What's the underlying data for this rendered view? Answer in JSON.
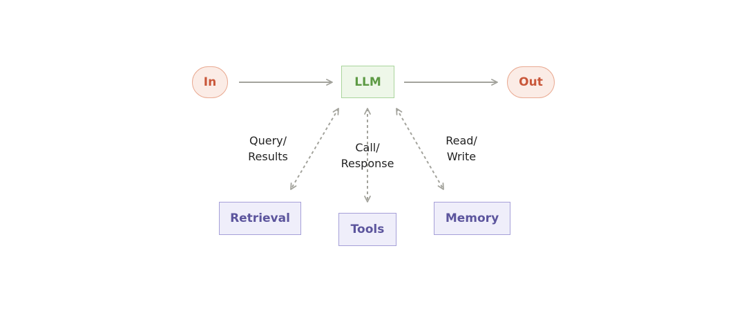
{
  "nodes": {
    "input": "In",
    "llm": "LLM",
    "output": "Out",
    "retrieval": "Retrieval",
    "tools": "Tools",
    "memory": "Memory"
  },
  "edges": {
    "retrieval": {
      "line1": "Query/",
      "line2": "Results"
    },
    "tools": {
      "line1": "Call/",
      "line2": "Response"
    },
    "memory": {
      "line1": "Read/",
      "line2": "Write"
    }
  },
  "colors": {
    "arrow": "#a3a39c",
    "input_output_fill": "#fbece6",
    "input_output_text": "#c9573a",
    "llm_fill": "#eef7e9",
    "llm_text": "#5d9a44",
    "component_fill": "#efeefa",
    "component_text": "#5c559d"
  }
}
